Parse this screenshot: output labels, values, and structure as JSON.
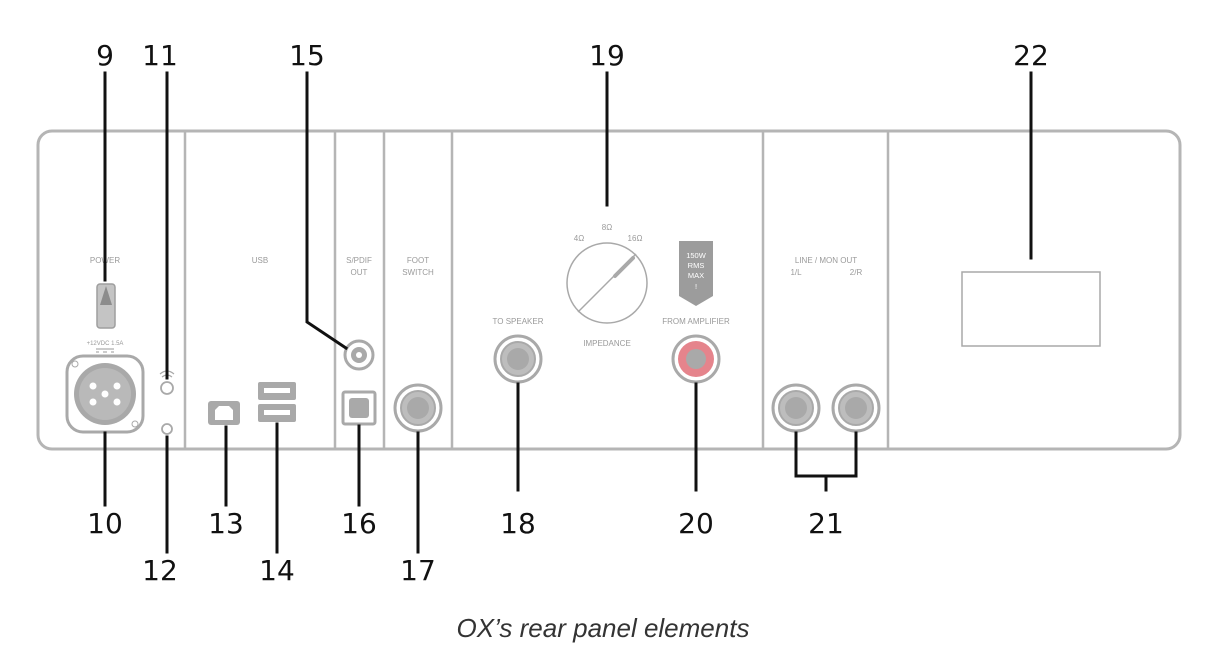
{
  "colors": {
    "panel_stroke": "#b5b5b5",
    "panel_label": "#9a9a9a",
    "component": "#a9a9a9",
    "callout": "#111111",
    "accent_jack": "#e5848c",
    "badge": "#9c9c9c"
  },
  "caption": "OX’s rear panel elements",
  "sections": {
    "power": "POWER",
    "dc_rating": "+12VDC 1.5A",
    "usb": "USB",
    "spdif_line1": "S/PDIF",
    "spdif_line2": "OUT",
    "foot_line1": "FOOT",
    "foot_line2": "SWITCH",
    "to_speaker": "TO SPEAKER",
    "impedance": "IMPEDANCE",
    "imp_4": "4Ω",
    "imp_8": "8Ω",
    "imp_16": "16Ω",
    "from_amp": "FROM AMPLIFIER",
    "badge_line1": "150W",
    "badge_line2": "RMS",
    "badge_line3": "MAX",
    "badge_line4": "!",
    "line_mon": "LINE / MON OUT",
    "line_1l": "1/L",
    "line_2r": "2/R"
  },
  "callouts": {
    "c9": "9",
    "c10": "10",
    "c11": "11",
    "c12": "12",
    "c13": "13",
    "c14": "14",
    "c15": "15",
    "c16": "16",
    "c17": "17",
    "c18": "18",
    "c19": "19",
    "c20": "20",
    "c21": "21",
    "c22": "22"
  }
}
